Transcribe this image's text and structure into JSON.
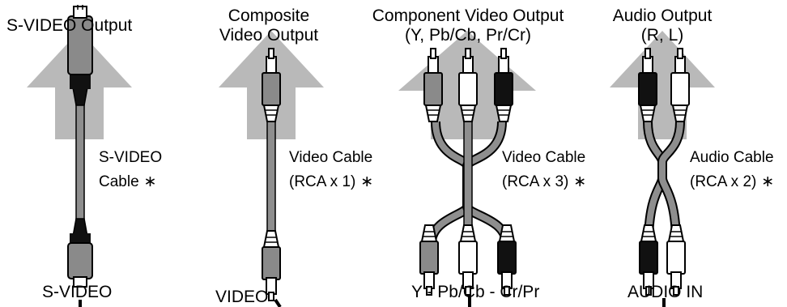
{
  "colors": {
    "arrow": "#b9b9b9",
    "cable": "#8e8e8e",
    "plug_dark": "#111111",
    "plug_light": "#ffffff",
    "plug_grey": "#8a8a8a"
  },
  "asterisk": "∗",
  "svideo": {
    "title": "S-VIDEO Output",
    "cable_line1": "S-VIDEO",
    "cable_line2": "Cable",
    "bottom": "S-VIDEO"
  },
  "composite": {
    "title_line1": "Composite",
    "title_line2": "Video Output",
    "cable_line1": "Video Cable",
    "cable_line2": "(RCA x 1)",
    "bottom": "VIDEO"
  },
  "component": {
    "title_line1": "Component Video Output",
    "title_line2": "(Y, Pb/Cb, Pr/Cr)",
    "cable_line1": "Video Cable",
    "cable_line2": "(RCA x 3)",
    "bottom": "Y - Pb/Cb - Cr/Pr"
  },
  "audio": {
    "title_line1": "Audio Output",
    "title_line2": "(R, L)",
    "cable_line1": "Audio Cable",
    "cable_line2": "(RCA x 2)",
    "bottom": "AUDIO IN"
  }
}
